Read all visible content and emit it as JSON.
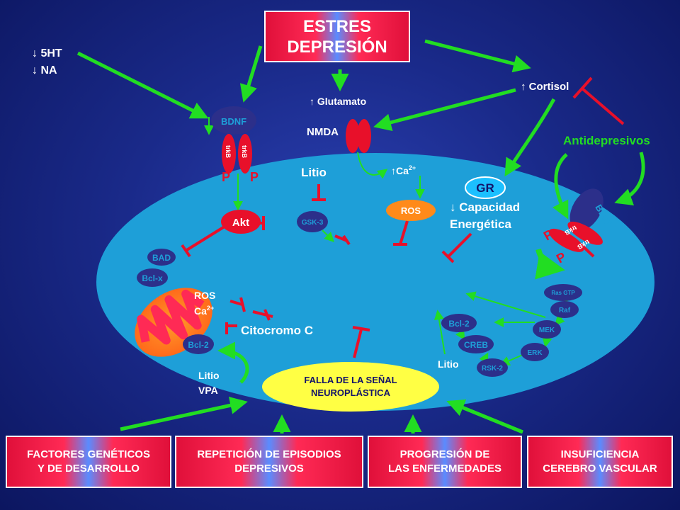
{
  "title": {
    "line1": "ESTRES",
    "line2": "DEPRESIÓN"
  },
  "top_left": {
    "ht": "↓ 5HT",
    "na": "↓ NA"
  },
  "glutamato": "↑ Glutamato",
  "nmda": "NMDA",
  "cortisol": "↑ Cortisol",
  "antidepresivos": "Antidepresivos",
  "bdnf": "BDNF",
  "trkb": "trkB",
  "p": "P",
  "litio": "Litio",
  "ca": "↑Ca",
  "ca_sup": "2+",
  "gr": "GR",
  "ros": "ROS",
  "capacidad": {
    "line1": "↓ Capacidad",
    "line2": "Energética"
  },
  "akt": "Akt",
  "gsk3": "GSK-3",
  "bad": "BAD",
  "bclx": "Bcl-x",
  "ros_ca": {
    "line1": "ROS",
    "line2": "Ca",
    "sup": "2+"
  },
  "citocromo": "Citocromo C",
  "bcl2": "Bcl-2",
  "litio_vpa": {
    "line1": "Litio",
    "line2": "VPA"
  },
  "falla": {
    "line1": "FALLA DE LA SEÑAL",
    "line2": "NEUROPLÁSTICA"
  },
  "right_cascade": {
    "ras": "Ras GTP",
    "raf": "Raf",
    "mek": "MEK",
    "erk": "ERK",
    "rsk2": "RSK-2",
    "creb": "CREB",
    "bcl2": "Bcl-2",
    "litio": "Litio"
  },
  "bottom_boxes": [
    {
      "line1": "FACTORES GENÉTICOS",
      "line2": "Y DE DESARROLLO"
    },
    {
      "line1": "REPETICIÓN DE EPISODIOS",
      "line2": "DEPRESIVOS"
    },
    {
      "line1": "PROGRESIÓN DE",
      "line2": "LAS ENFERMEDADES"
    },
    {
      "line1": "INSUFICIENCIA",
      "line2": "CEREBRO VASCULAR"
    }
  ],
  "colors": {
    "green": "#22dd22",
    "red": "#e8102a",
    "cell": "#1e9fd8",
    "yellow": "#ffff44",
    "node": "#2c2f8a"
  }
}
